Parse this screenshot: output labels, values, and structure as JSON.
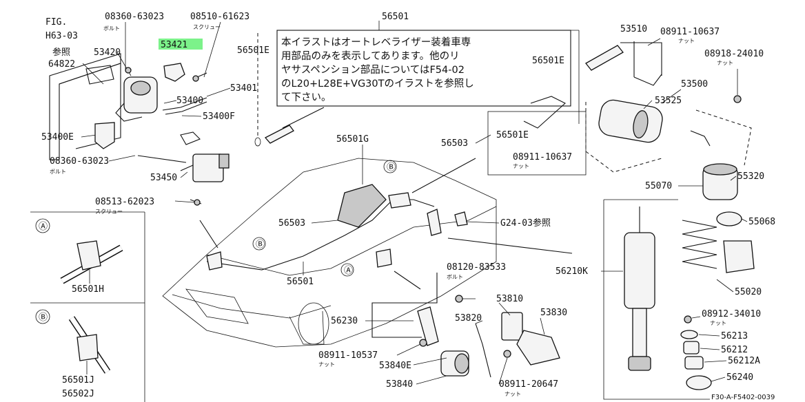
{
  "header": {
    "fig": "FIG.",
    "ref": "H63-03",
    "ref_suffix": "参照"
  },
  "note": {
    "lines": [
      "本イラストはオートレベライザー装着車専",
      "用部品のみを表示してあります。他のリ",
      "ヤサスペンション部品についてはF54-02",
      "のL20+L28E+VG30Tのイラストを参照し",
      "て下さい。"
    ]
  },
  "highlight": {
    "part_no": "53421",
    "color": "#7cf28a"
  },
  "callouts": {
    "a": "Ⓐ",
    "b": "Ⓑ"
  },
  "labels": {
    "p08360_63023_top": "08360-63023",
    "p08360_63023_top_sub": "ボルト",
    "p08510_61623": "08510-61623",
    "p08510_61623_sub": "スクリュー",
    "p53420": "53420",
    "p64822": "64822",
    "p53401": "53401",
    "p53400": "53400",
    "p53400F": "53400F",
    "p53400E": "53400E",
    "p08360_63023_bot": "08360-63023",
    "p08360_63023_bot_sub": "ボルト",
    "p53450": "53450",
    "p08513_62023": "08513-62023",
    "p08513_62023_sub": "スクリュー",
    "p56501E_a": "56501E",
    "p56501": "56501",
    "p56501E_b": "56501E",
    "p56501G": "56501G",
    "p56503_top": "56503",
    "p56501E_c": "56501E",
    "p08911_10637_mid": "08911-10637",
    "p08911_10637_mid_sub": "ナット",
    "p53510": "53510",
    "p08911_10637_top": "08911-10637",
    "p08911_10637_top_sub": "ナット",
    "p08918_24010": "08918-24010",
    "p08918_24010_sub": "ナット",
    "p53500": "53500",
    "p53525": "53525",
    "p55070": "55070",
    "p55320": "55320",
    "p55068": "55068",
    "p56503_left": "56503",
    "pG24_03": "G24-03参照",
    "p56501_bot": "56501",
    "p56210K": "56210K",
    "p08120_83533": "08120-83533",
    "p08120_83533_sub": "ボルト",
    "p55020": "55020",
    "p53810": "53810",
    "p53830": "53830",
    "p53820": "53820",
    "p56230": "56230",
    "p08911_10537": "08911-10537",
    "p08911_10537_sub": "ナット",
    "p53840E": "53840E",
    "p53840": "53840",
    "p08911_20647": "08911-20647",
    "p08911_20647_sub": "ナット",
    "p08912_34010": "08912-34010",
    "p08912_34010_sub": "ナット",
    "p56213": "56213",
    "p56212": "56212",
    "p56212A": "56212A",
    "p56240": "56240",
    "p56501H": "56501H",
    "p56501J": "56501J",
    "p56502J": "56502J",
    "fig_code": "F30-A-F5402-0039"
  }
}
